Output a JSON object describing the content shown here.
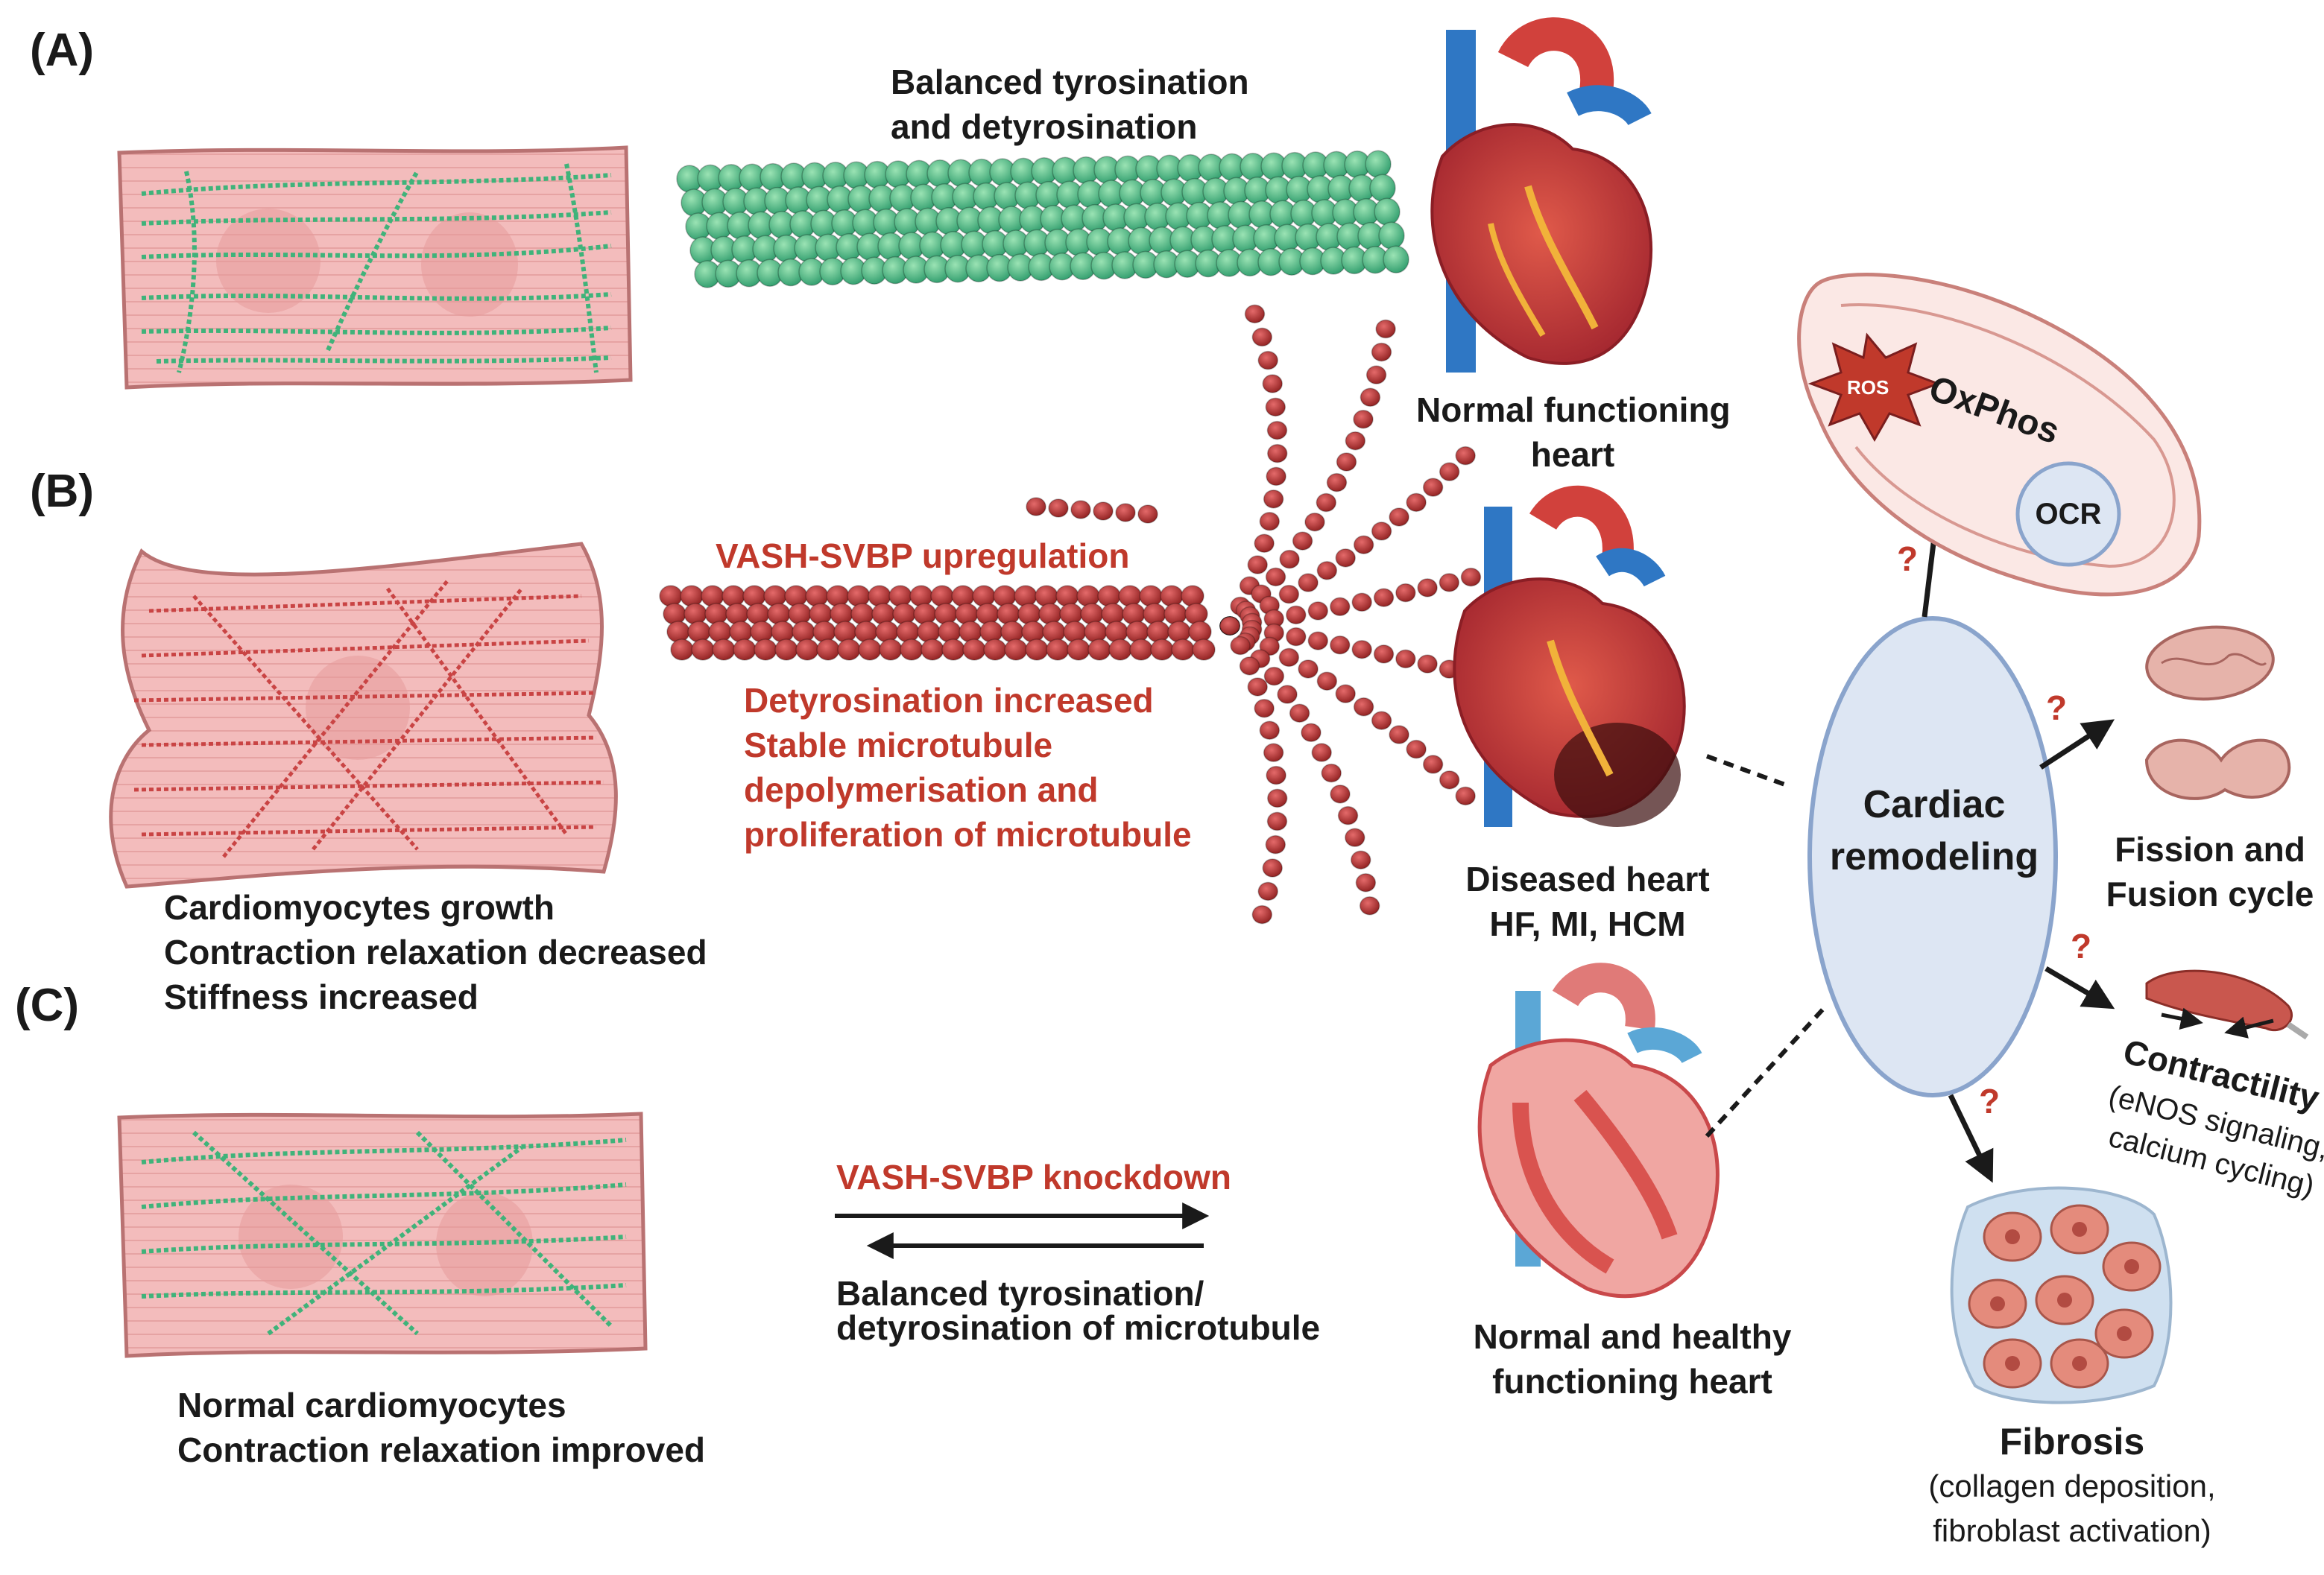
{
  "panels": [
    "(A)",
    "(B)",
    "(C)"
  ],
  "panel_a": {
    "microtubule_caption": [
      "Balanced tyrosination",
      "and detyrosination"
    ],
    "heart_caption": [
      "Normal functioning",
      "heart"
    ]
  },
  "panel_b": {
    "upregulation": "VASH-SVBP upregulation",
    "effects": [
      "Detyrosination increased",
      "Stable microtubule",
      "depolymerisation and",
      "proliferation of microtubule"
    ],
    "cell_caption": [
      "Cardiomyocytes growth",
      "Contraction relaxation decreased",
      "Stiffness increased"
    ],
    "heart_caption": [
      "Diseased heart",
      "HF, MI, HCM"
    ]
  },
  "panel_c": {
    "knockdown": "VASH-SVBP knockdown",
    "balance": [
      "Balanced tyrosination/",
      "detyrosination of microtubule"
    ],
    "cell_caption": [
      "Normal cardiomyocytes",
      "Contraction relaxation improved"
    ],
    "heart_caption": [
      "Normal and healthy",
      "functioning heart"
    ]
  },
  "remodeling": {
    "center": [
      "Cardiac",
      "remodeling"
    ],
    "mito": {
      "ros": "ROS",
      "oxphos": "OxPhos",
      "ocr": "OCR"
    },
    "fission": [
      "Fission and",
      "Fusion cycle"
    ],
    "contractility": {
      "title": "Contractility",
      "detail": [
        "(eNOS signaling,",
        "calcium cycling)"
      ]
    },
    "fibrosis": {
      "title": "Fibrosis",
      "detail": [
        "(collagen deposition,",
        "fibroblast activation)"
      ]
    },
    "unknown_mark": "?"
  },
  "colors": {
    "cell_fill": "#f2b8b8",
    "cell_stroke": "#b97272",
    "mt_green": "#3fb37a",
    "mt_red": "#b22b2b",
    "text_red": "#c0392b",
    "ellipse_fill": "#dde6f3",
    "ellipse_stroke": "#8aa4cc"
  }
}
